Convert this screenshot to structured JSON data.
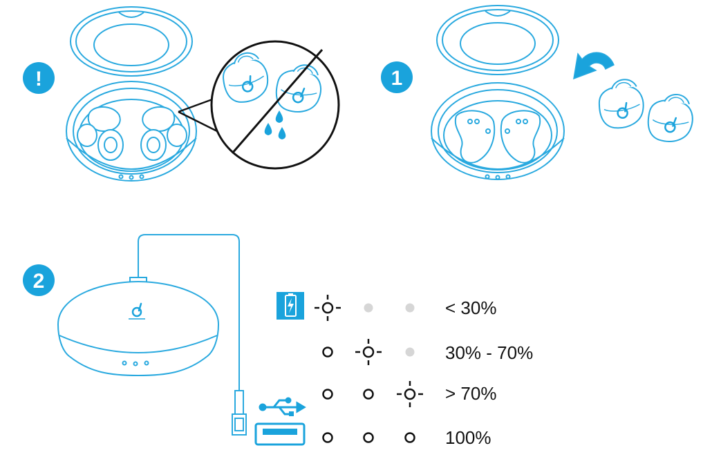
{
  "colors": {
    "accent": "#1aa3dc",
    "line": "#29a9df",
    "led_off": "#d6d6d6",
    "text": "#111111",
    "black": "#111111"
  },
  "steps": {
    "warning": {
      "label": "!"
    },
    "step1": {
      "label": "1"
    },
    "step2": {
      "label": "2"
    }
  },
  "icons": {
    "warning_badge": "exclamation-circle-icon",
    "no_water": "no-water-prohibition-icon",
    "flip_arrow": "curved-arrow-icon",
    "usb": "usb-symbol-icon",
    "battery": "battery-charging-icon",
    "led_blinking": "led-blinking-icon",
    "led_on": "led-on-icon",
    "led_off": "led-off-icon"
  },
  "battery_indicator": {
    "rows": [
      {
        "leds": [
          "blinking",
          "off",
          "off"
        ],
        "label": "< 30%"
      },
      {
        "leds": [
          "on",
          "blinking",
          "off"
        ],
        "label": "30% - 70%"
      },
      {
        "leds": [
          "on",
          "on",
          "blinking"
        ],
        "label": "> 70%"
      },
      {
        "leds": [
          "on",
          "on",
          "on"
        ],
        "label": "100%"
      }
    ]
  }
}
